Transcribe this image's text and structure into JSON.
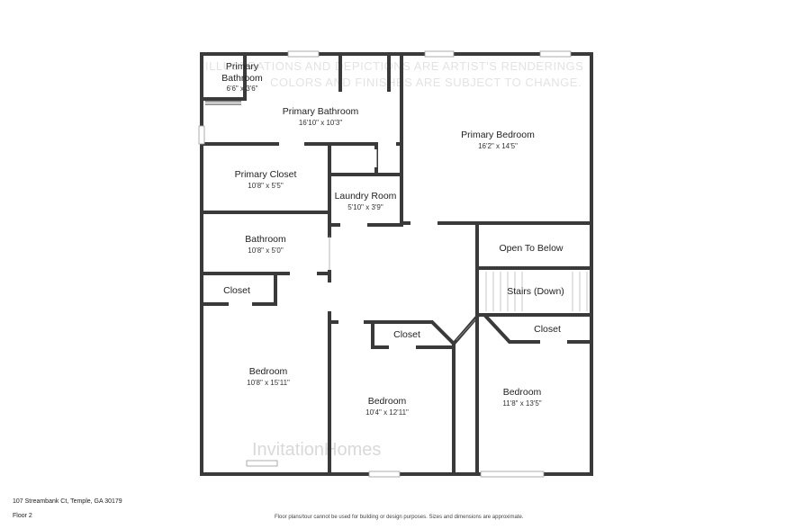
{
  "watermark": {
    "lines": [
      "ILLUSTRATIONS AND DEPICTIONS ARE ARTIST'S RENDERINGS",
      "COLORS AND FINISHES ARE SUBJECT TO CHANGE."
    ],
    "brand": "InvitationHomes"
  },
  "rooms": {
    "primary_bathroom_small": {
      "name_1": "Primary",
      "name_2": "Bathroom",
      "dims": "6'6\" x 3'6\""
    },
    "primary_bathroom": {
      "name": "Primary Bathroom",
      "dims": "16'10\" x 10'3\""
    },
    "primary_bedroom": {
      "name": "Primary Bedroom",
      "dims": "16'2\" x 14'5\""
    },
    "primary_closet": {
      "name": "Primary Closet",
      "dims": "10'8\" x 5'5\""
    },
    "laundry_room": {
      "name": "Laundry Room",
      "dims": "5'10\" x 3'9\""
    },
    "bathroom": {
      "name": "Bathroom",
      "dims": "10'8\" x 5'0\""
    },
    "open_to_below": {
      "name": "Open To Below"
    },
    "stairs": {
      "name": "Stairs (Down)"
    },
    "closet_left": {
      "name": "Closet"
    },
    "closet_mid": {
      "name": "Closet"
    },
    "closet_right": {
      "name": "Closet"
    },
    "bedroom_left": {
      "name": "Bedroom",
      "dims": "10'8\" x 15'11\""
    },
    "bedroom_mid": {
      "name": "Bedroom",
      "dims": "10'4\" x 12'11\""
    },
    "bedroom_right": {
      "name": "Bedroom",
      "dims": "11'8\" x 13'5\""
    }
  },
  "footer": {
    "address": "107 Streambank Ct, Temple, GA 30179",
    "floor": "Floor 2",
    "disclaimer": "Floor plans/tour cannot be used for building or design purposes. Sizes and dimensions are approximate."
  },
  "colors": {
    "wall": "#3a3a3a",
    "window": "#ffffff",
    "window_edge": "#9a9a9a",
    "background": "#ffffff"
  }
}
